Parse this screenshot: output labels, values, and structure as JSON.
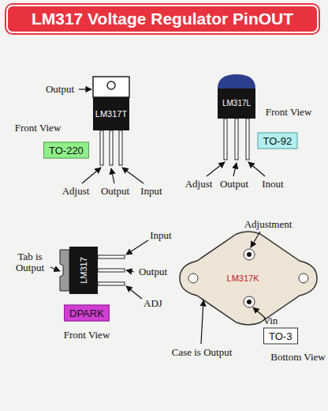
{
  "diagram": {
    "title": "LM317 Voltage Regulator PinOUT",
    "nodes": [
      {
        "text": [
          "TO-220"
        ]
      },
      {
        "text": [
          "TO-92"
        ]
      },
      {
        "text": [
          "DPARK"
        ]
      },
      {
        "text": [
          "TO-3"
        ]
      }
    ],
    "labels": [
      "Output",
      "Front View",
      "LM317T",
      "Adjust",
      "Output",
      "Input",
      "LM317L",
      "Front View",
      "Adjust",
      "Output",
      "Inout",
      "Input",
      "Tab is Output",
      "LM317",
      "Output",
      "ADJ",
      "Front View",
      "Adjustment",
      "LM317K",
      "Case is Output",
      "Vin",
      "Bottom View"
    ]
  }
}
